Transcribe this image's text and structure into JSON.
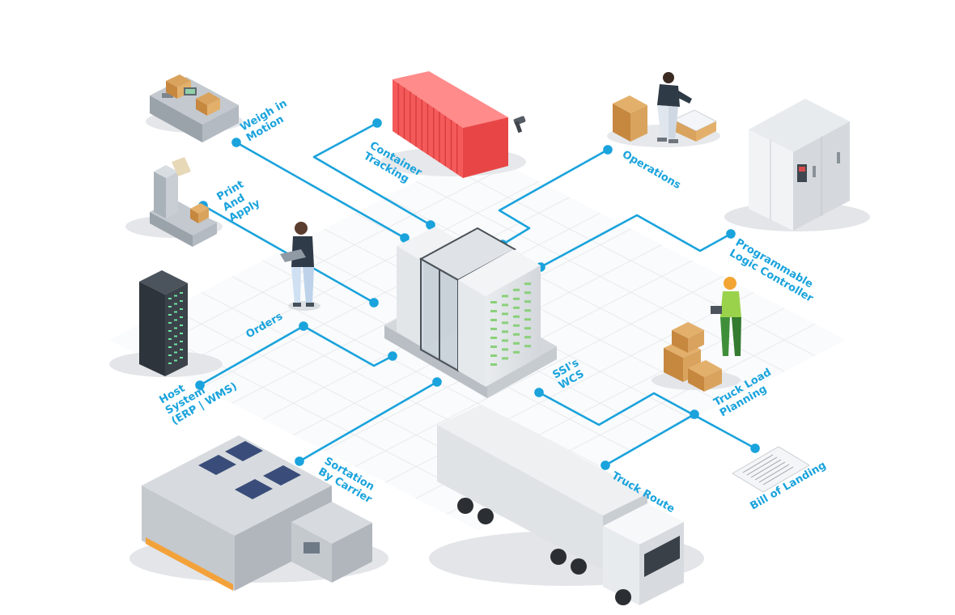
{
  "diagram": {
    "accent_color": "#1aa3dc",
    "center_label": [
      "SSI's",
      "WCS"
    ],
    "nodes": [
      {
        "id": "weigh-in-motion",
        "label": [
          "Weigh in",
          "Motion"
        ],
        "icon": "conveyor-scale-icon"
      },
      {
        "id": "container-tracking",
        "label": [
          "Container",
          "Tracking"
        ],
        "icon": "shipping-container-icon"
      },
      {
        "id": "operations",
        "label": [
          "Operations"
        ],
        "icon": "packing-worker-icon"
      },
      {
        "id": "programmable-logic-controller",
        "label": [
          "Programmable",
          "Logic Controller"
        ],
        "icon": "control-cabinet-icon"
      },
      {
        "id": "print-and-apply",
        "label": [
          "Print",
          "And",
          "Apply"
        ],
        "icon": "label-printer-icon"
      },
      {
        "id": "orders",
        "label": [
          "Orders"
        ],
        "icon": "worker-laptop-icon"
      },
      {
        "id": "host-system",
        "label": [
          "Host",
          "System",
          "(ERP | WMS)"
        ],
        "icon": "server-rack-icon"
      },
      {
        "id": "truck-load-planning",
        "label": [
          "Truck Load",
          "Planning"
        ],
        "icon": "boxes-worker-icon"
      },
      {
        "id": "sortation-by-carrier",
        "label": [
          "Sortation",
          "By Carrier"
        ],
        "icon": "warehouse-building-icon"
      },
      {
        "id": "truck-route",
        "label": [
          "Truck Route"
        ],
        "icon": "truck-icon"
      },
      {
        "id": "bill-of-landing",
        "label": [
          "Bill of Landing"
        ],
        "icon": "receipt-icon"
      }
    ]
  }
}
